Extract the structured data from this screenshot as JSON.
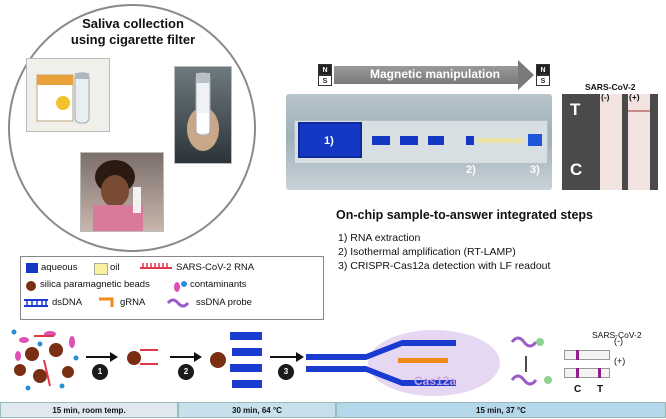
{
  "circle": {
    "title_line1": "Saliva collection",
    "title_line2": "using cigarette filter"
  },
  "magnet": {
    "north": "N",
    "south": "S"
  },
  "arrow_label": "Magnetic manipulation",
  "chip_labels": [
    "1)",
    "2)",
    "3)"
  ],
  "lf_readout": {
    "title": "SARS-CoV-2",
    "neg": "(-)",
    "pos": "(+)",
    "test_line": "T",
    "control_line": "C"
  },
  "steps": {
    "title": "On-chip sample-to-answer integrated steps",
    "items": [
      "1) RNA extraction",
      "2) Isothermal amplification (RT-LAMP)",
      "3) CRISPR-Cas12a detection with LF readout"
    ]
  },
  "legend": {
    "aqueous": "aqueous",
    "oil": "oil",
    "rna": "SARS-CoV-2 RNA",
    "beads": "silica paramagnetic beads",
    "contaminants": "contaminants",
    "dsdna": "dsDNA",
    "grna": "gRNA",
    "probe": "ssDNA probe"
  },
  "colors": {
    "aqueous": "#1438c4",
    "oil": "#f7f1a0",
    "rna": "#e0364a",
    "beads": "#7a2e14",
    "contaminants": "#2b8fd8",
    "dsdna": "#1a3ad0",
    "grna": "#f08a1a",
    "probe": "#9b5cc9",
    "cas": "#e6d8f2"
  },
  "flow_steps": [
    "1",
    "2",
    "3"
  ],
  "cas_label": "Cas12a",
  "final_readout": {
    "title": "SARS-CoV-2",
    "neg": "(-)",
    "pos": "(+)",
    "c": "C",
    "t": "T"
  },
  "timeline": [
    "15 min, room temp.",
    "30 min, 64 °C",
    "15 min, 37 °C"
  ]
}
